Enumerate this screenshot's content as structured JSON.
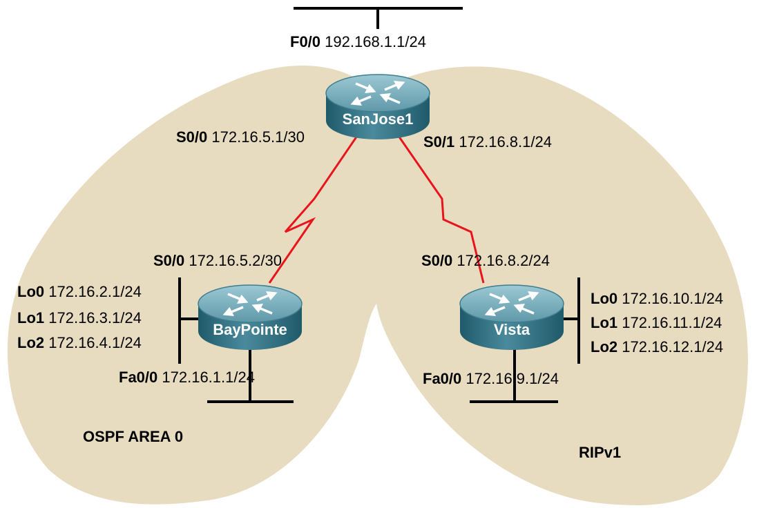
{
  "areas": {
    "ospf": "OSPF AREA 0",
    "rip": "RIPv1"
  },
  "routers": {
    "sanjose": {
      "name": "SanJose1"
    },
    "baypointe": {
      "name": "BayPointe"
    },
    "vista": {
      "name": "Vista"
    }
  },
  "interfaces": {
    "sanjose_f00": {
      "name": "F0/0",
      "ip": "192.168.1.1/24"
    },
    "sanjose_s00": {
      "name": "S0/0",
      "ip": "172.16.5.1/30"
    },
    "sanjose_s01": {
      "name": "S0/1",
      "ip": "172.16.8.1/24"
    },
    "baypointe_s00": {
      "name": "S0/0",
      "ip": "172.16.5.2/30"
    },
    "baypointe_lo0": {
      "name": "Lo0",
      "ip": "172.16.2.1/24"
    },
    "baypointe_lo1": {
      "name": "Lo1",
      "ip": "172.16.3.1/24"
    },
    "baypointe_lo2": {
      "name": "Lo2",
      "ip": "172.16.4.1/24"
    },
    "baypointe_fa00": {
      "name": "Fa0/0",
      "ip": "172.16.1.1/24"
    },
    "vista_s00": {
      "name": "S0/0",
      "ip": "172.16.8.2/24"
    },
    "vista_lo0": {
      "name": "Lo0",
      "ip": "172.16.10.1/24"
    },
    "vista_lo1": {
      "name": "Lo1",
      "ip": "172.16.11.1/24"
    },
    "vista_lo2": {
      "name": "Lo2",
      "ip": "172.16.12.1/24"
    },
    "vista_fa00": {
      "name": "Fa0/0",
      "ip": "172.16.9.1/24"
    }
  },
  "colors": {
    "area_fill": "#e8dcc0",
    "serial_link": "#e8141c",
    "router_top": "#7fb3c0",
    "router_side": "#2f6f80"
  },
  "icons": {
    "router": "router-icon"
  }
}
